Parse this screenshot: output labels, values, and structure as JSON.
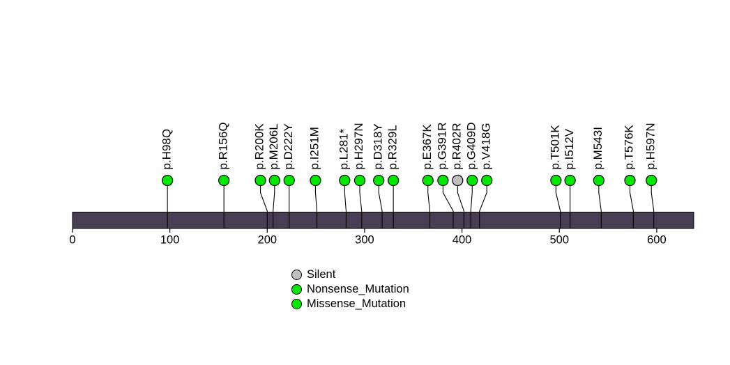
{
  "chart_data": {
    "type": "lollipop",
    "title": "",
    "background_color": "#ffffff",
    "protein_bar": {
      "start": 0,
      "end": 638,
      "fill_color": "#483e54",
      "border_color": "#000000"
    },
    "axis": {
      "ticks": [
        0,
        100,
        200,
        300,
        400,
        500,
        600
      ],
      "xlim": [
        0,
        638
      ],
      "tick_color": "#000000",
      "label_color": "#000000"
    },
    "marker_colors": {
      "Silent": "#bebebe",
      "Nonsense_Mutation": "#00e800",
      "Missense_Mutation": "#00e800"
    },
    "legend": {
      "items": [
        {
          "label": "Silent",
          "color": "#bebebe"
        },
        {
          "label": "Nonsense_Mutation",
          "color": "#00e800"
        },
        {
          "label": "Missense_Mutation",
          "color": "#00e800"
        }
      ]
    },
    "mutations": [
      {
        "label": "p.H98Q",
        "aa_pos": 98,
        "display_pos": 97.5,
        "class": "Missense_Mutation"
      },
      {
        "label": "p.R156Q",
        "aa_pos": 156,
        "display_pos": 155.5,
        "class": "Missense_Mutation"
      },
      {
        "label": "p.R200K",
        "aa_pos": 200,
        "display_pos": 193.0,
        "class": "Missense_Mutation"
      },
      {
        "label": "p.M206L",
        "aa_pos": 206,
        "display_pos": 207.5,
        "class": "Missense_Mutation"
      },
      {
        "label": "p.D222Y",
        "aa_pos": 222,
        "display_pos": 222.5,
        "class": "Missense_Mutation"
      },
      {
        "label": "p.I251M",
        "aa_pos": 251,
        "display_pos": 249.5,
        "class": "Missense_Mutation"
      },
      {
        "label": "p.L281*",
        "aa_pos": 281,
        "display_pos": 279.5,
        "class": "Nonsense_Mutation"
      },
      {
        "label": "p.H297N",
        "aa_pos": 297,
        "display_pos": 295.0,
        "class": "Missense_Mutation"
      },
      {
        "label": "p.D318Y",
        "aa_pos": 318,
        "display_pos": 314.5,
        "class": "Missense_Mutation"
      },
      {
        "label": "p.R329L",
        "aa_pos": 329,
        "display_pos": 329.5,
        "class": "Missense_Mutation"
      },
      {
        "label": "p.E367K",
        "aa_pos": 367,
        "display_pos": 365.0,
        "class": "Missense_Mutation"
      },
      {
        "label": "p.G391R",
        "aa_pos": 391,
        "display_pos": 380.5,
        "class": "Missense_Mutation"
      },
      {
        "label": "p.R402R",
        "aa_pos": 402,
        "display_pos": 395.5,
        "class": "Silent"
      },
      {
        "label": "p.G409D",
        "aa_pos": 409,
        "display_pos": 410.5,
        "class": "Missense_Mutation"
      },
      {
        "label": "p.V418G",
        "aa_pos": 418,
        "display_pos": 425.5,
        "class": "Missense_Mutation"
      },
      {
        "label": "p.T501K",
        "aa_pos": 501,
        "display_pos": 496.5,
        "class": "Missense_Mutation"
      },
      {
        "label": "p.I512V",
        "aa_pos": 512,
        "display_pos": 511.0,
        "class": "Missense_Mutation"
      },
      {
        "label": "p.M543I",
        "aa_pos": 543,
        "display_pos": 540.5,
        "class": "Missense_Mutation"
      },
      {
        "label": "p.T576K",
        "aa_pos": 576,
        "display_pos": 572.5,
        "class": "Missense_Mutation"
      },
      {
        "label": "p.H597N",
        "aa_pos": 597,
        "display_pos": 594.5,
        "class": "Missense_Mutation"
      }
    ]
  }
}
